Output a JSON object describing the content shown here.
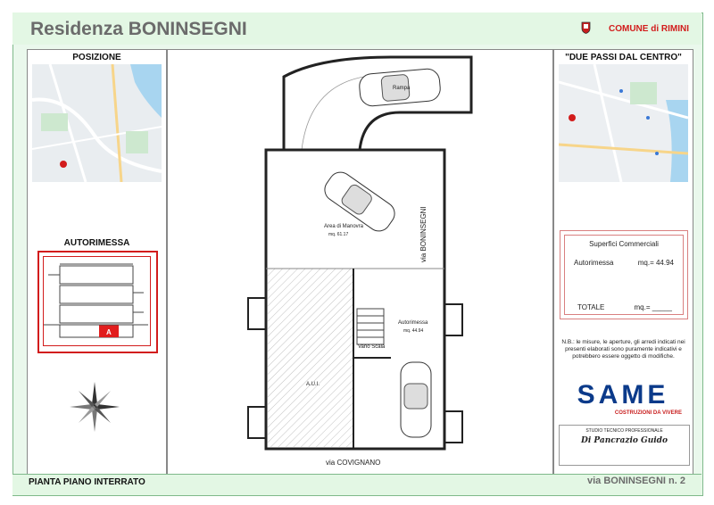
{
  "header": {
    "title": "Residenza BONINSEGNI",
    "comune": "COMUNE di RIMINI"
  },
  "left": {
    "posizione": "POSIZIONE",
    "autorimessa": "AUTORIMESSA",
    "unit_tag": "A"
  },
  "right": {
    "due_passi": "\"DUE PASSI DAL CENTRO\""
  },
  "plan": {
    "rampa": "Rampa",
    "area_manovra": "Area di Manovra",
    "area_manovra_mq": "mq. 61.17",
    "autorimessa": "Autorimessa",
    "autorimessa_mq": "mq. 44.94",
    "vano_scala": "Vano Scala",
    "aui": "A.U.I.",
    "street_bottom": "via COVIGNANO",
    "street_right": "via BONINSEGNI"
  },
  "superfici": {
    "title": "Superfici Commerciali",
    "item_label": "Autorimessa",
    "item_value": "mq.= 44.94",
    "total_label": "TOTALE",
    "total_value": "mq.= _____"
  },
  "note": "N.B.: le misure, le aperture, gli arredi indicati nei presenti elaborati sono puramente indicativi e potrebbero essere oggetto di modifiche.",
  "logo": {
    "brand": "SAME",
    "tagline": "COSTRUZIONI DA VIVERE"
  },
  "studio": {
    "heading": "STUDIO TECNICO PROFESSIONALE",
    "name": "Di Pancrazio Guido"
  },
  "footer": {
    "left": "PIANTA PIANO  INTERRATO",
    "right": "via BONINSEGNI n. 2"
  }
}
